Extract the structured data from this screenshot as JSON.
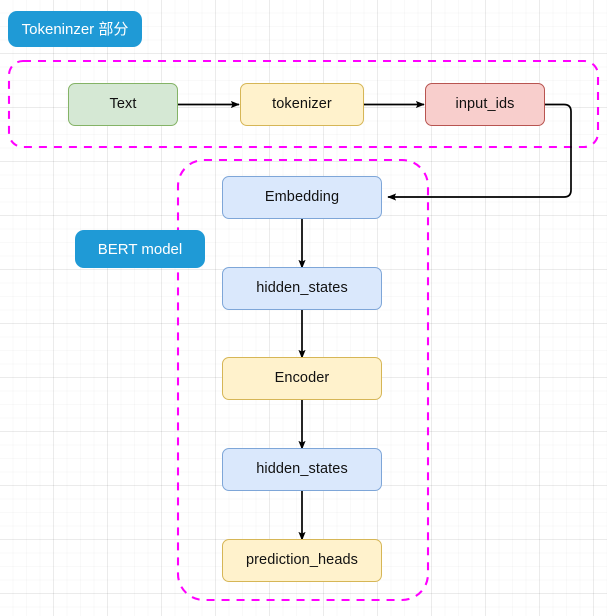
{
  "diagram": {
    "title": "BERT model pipeline flowchart",
    "background": {
      "grid": "true",
      "minor_grid_color": "#f0f0f0",
      "major_grid_color": "#e3e3e3",
      "canvas_color": "#ffffff"
    },
    "palette": {
      "green_fill": "#d5e8d4",
      "green_border": "#84b366",
      "yellow_fill": "#fff2cc",
      "yellow_border": "#d6b656",
      "red_fill": "#f8cecc",
      "red_border": "#b85450",
      "blue_fill": "#dae8fc",
      "blue_border": "#7ea6d8",
      "badge_fill": "#1f9ad6",
      "badge_text": "#ffffff",
      "container_dash": "#ff00ff",
      "edge_color": "#000000"
    },
    "group_labels": [
      {
        "id": "tokenizer-group-label",
        "text": "Tokeninzer 部分"
      },
      {
        "id": "bert-group-label",
        "text": "BERT model"
      }
    ],
    "containers": [
      {
        "id": "tokenizer-container",
        "style": "dashed",
        "color": "#ff00ff"
      },
      {
        "id": "bert-container",
        "style": "dashed",
        "color": "#ff00ff"
      }
    ],
    "nodes": [
      {
        "id": "text",
        "label": "Text",
        "color": "green"
      },
      {
        "id": "tokenizer",
        "label": "tokenizer",
        "color": "yellow"
      },
      {
        "id": "input_ids",
        "label": "input_ids",
        "color": "red"
      },
      {
        "id": "embedding",
        "label": "Embedding",
        "color": "blue"
      },
      {
        "id": "hidden_states_1",
        "label": "hidden_states",
        "color": "blue"
      },
      {
        "id": "encoder",
        "label": "Encoder",
        "color": "yellow"
      },
      {
        "id": "hidden_states_2",
        "label": "hidden_states",
        "color": "blue"
      },
      {
        "id": "prediction_heads",
        "label": "prediction_heads",
        "color": "yellow"
      }
    ],
    "edges": [
      {
        "id": "edge-text-tokenizer",
        "from": "text",
        "to": "tokenizer",
        "direction": "right"
      },
      {
        "id": "edge-tokenizer-input_ids",
        "from": "tokenizer",
        "to": "input_ids",
        "direction": "right"
      },
      {
        "id": "edge-input_ids-embedding",
        "from": "input_ids",
        "to": "embedding",
        "direction": "routed-down-left"
      },
      {
        "id": "edge-embedding-hidden_states_1",
        "from": "embedding",
        "to": "hidden_states_1",
        "direction": "down"
      },
      {
        "id": "edge-hidden_states_1-encoder",
        "from": "hidden_states_1",
        "to": "encoder",
        "direction": "down"
      },
      {
        "id": "edge-encoder-hidden_states_2",
        "from": "encoder",
        "to": "hidden_states_2",
        "direction": "down"
      },
      {
        "id": "edge-hidden_states_2-prediction_heads",
        "from": "hidden_states_2",
        "to": "prediction_heads",
        "direction": "down"
      }
    ]
  }
}
